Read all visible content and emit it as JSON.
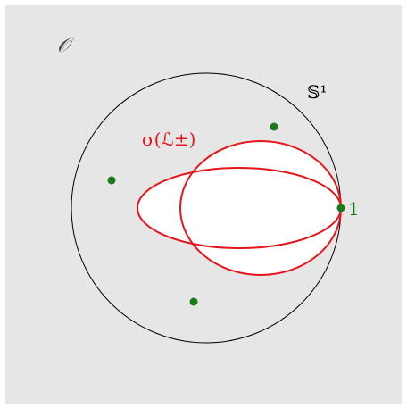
{
  "labels": {
    "region": "𝒪",
    "circle": "𝕊¹",
    "curve": "σ(ℒ±)",
    "point": "1"
  },
  "colors": {
    "background": "#e6e6e6",
    "circle": "#000000",
    "curve": "#e8141a",
    "curve_fill": "#ffffff",
    "points": "#1a7a1a",
    "point_label": "#1a7a1a"
  }
}
